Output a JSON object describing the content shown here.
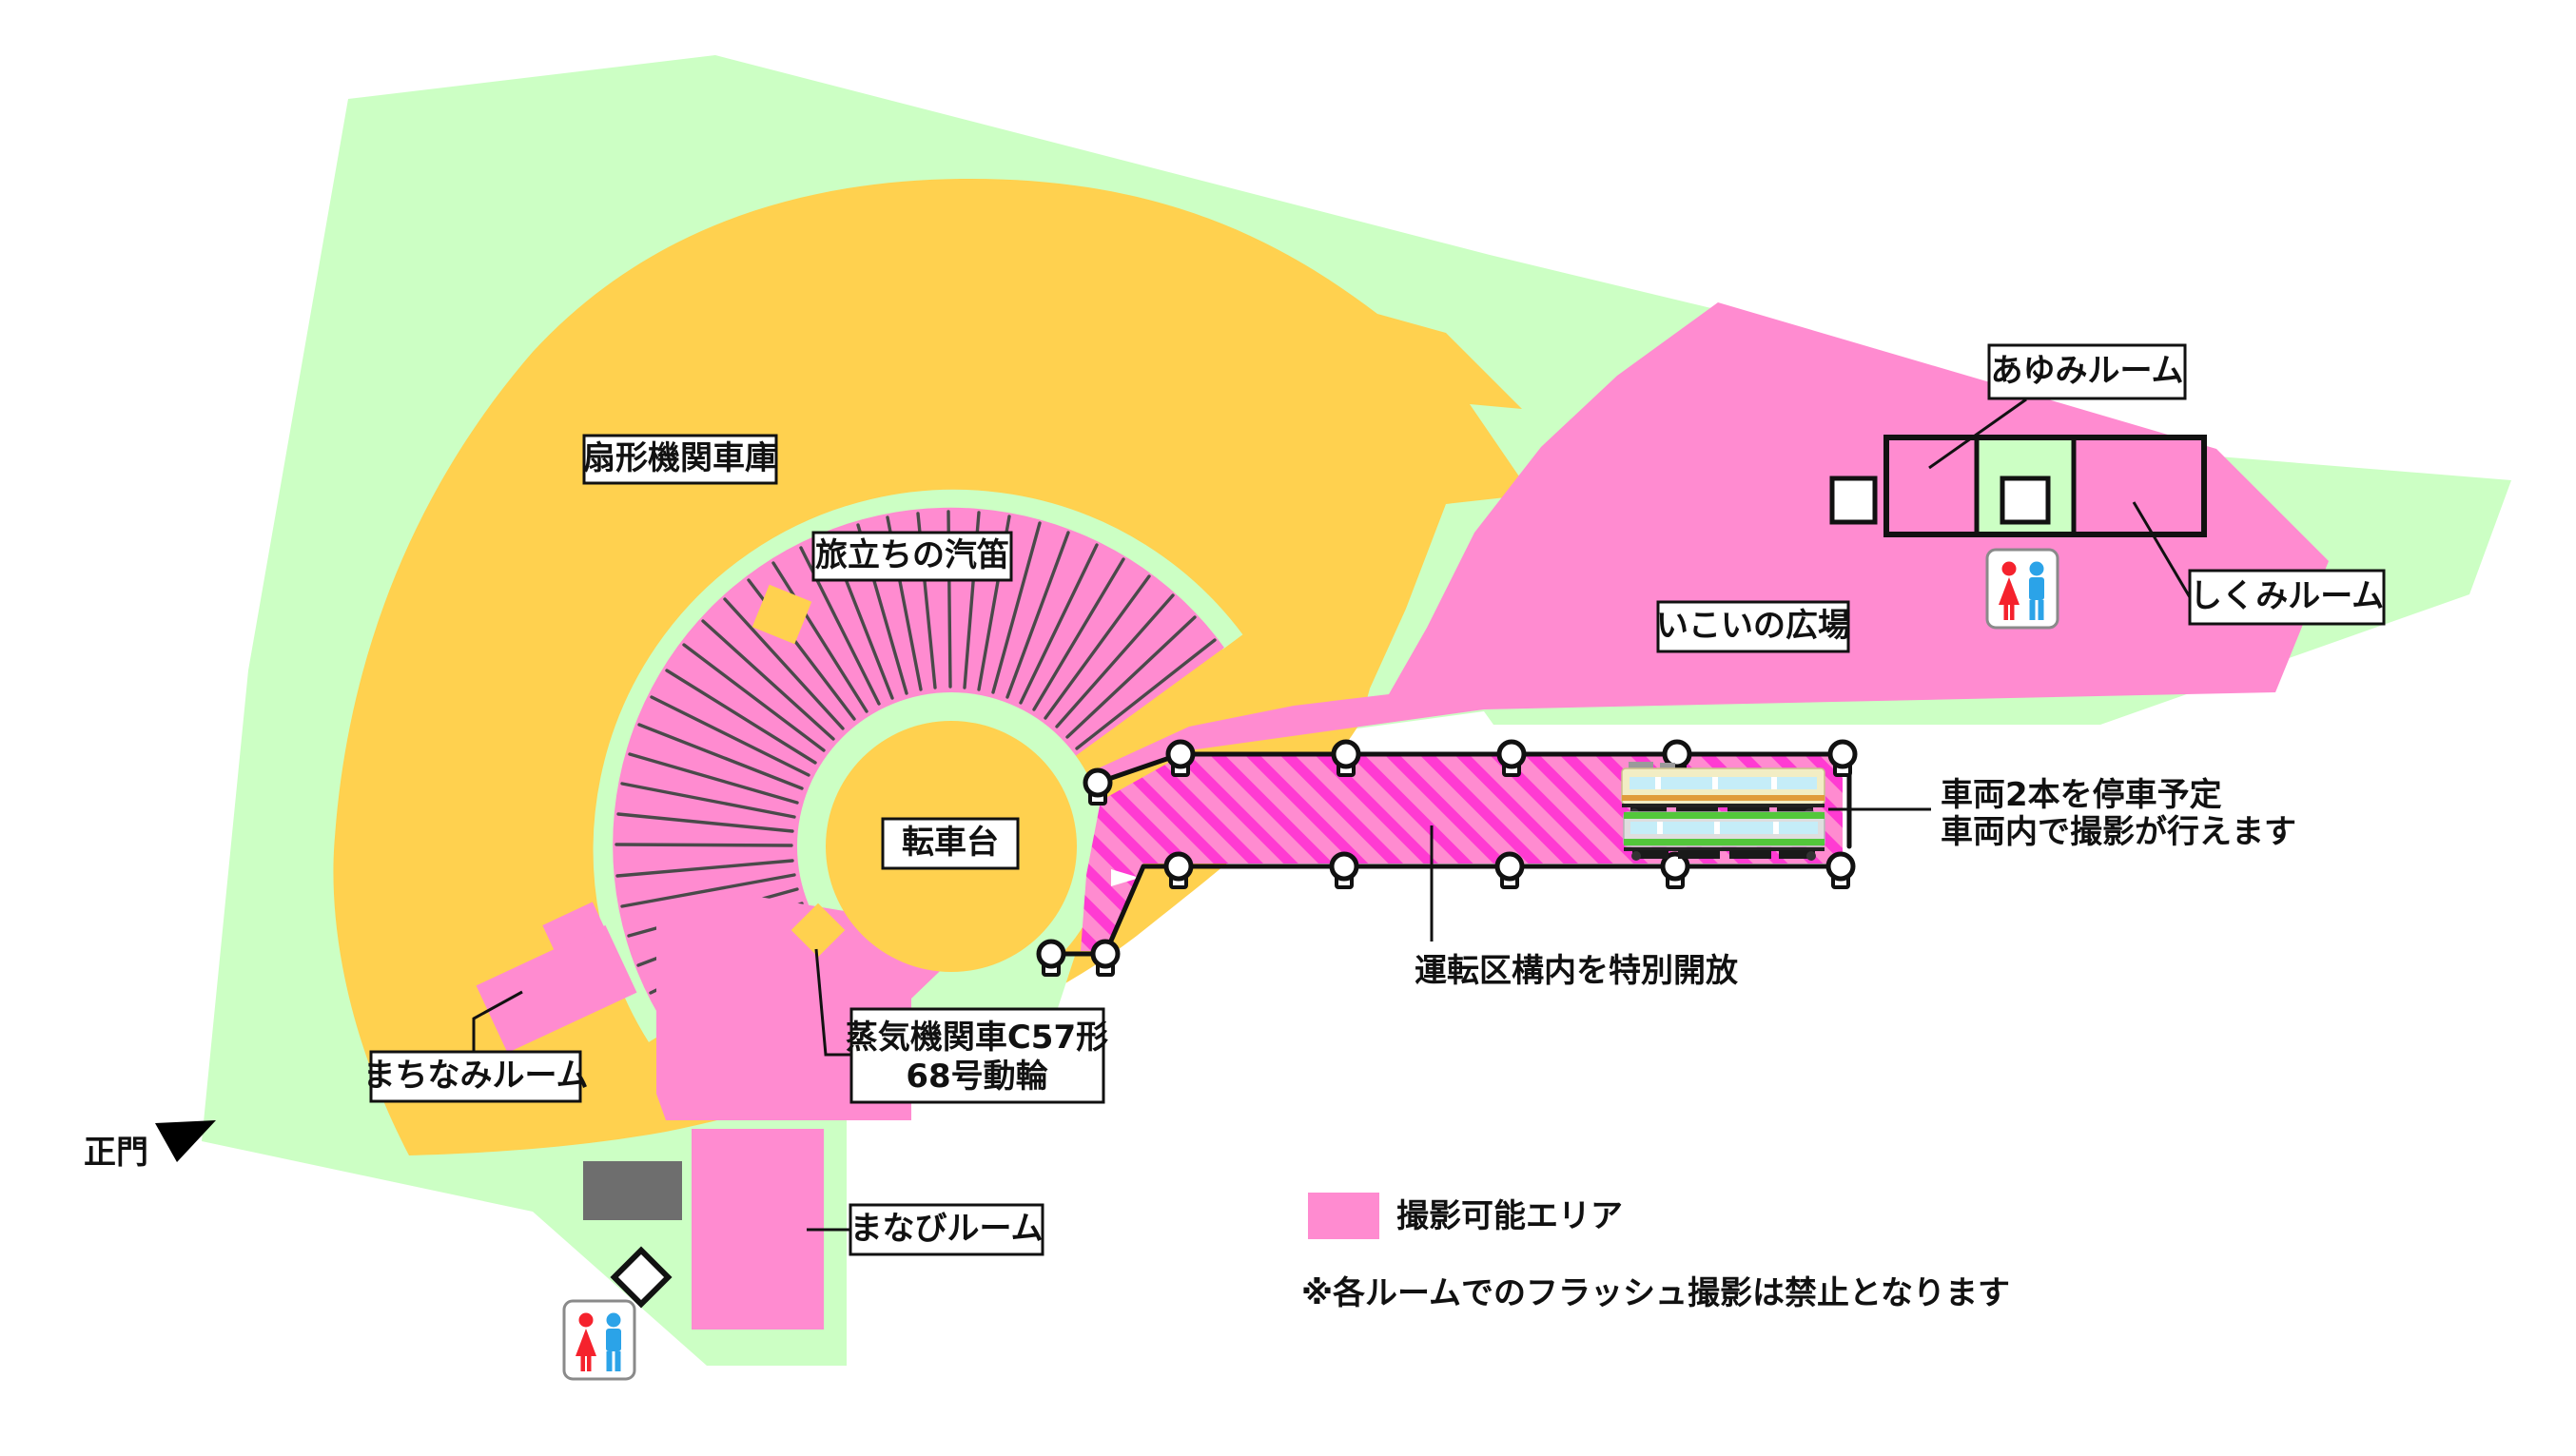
{
  "map": {
    "title": "railway-museum-photo-area-map",
    "labels": {
      "roundhouse": "扇形機関車庫",
      "whistle": "旅立ちの汽笛",
      "turntable": "転車台",
      "plaza": "いこいの広場",
      "ayumi_room": "あゆみルーム",
      "shikumi_room": "しくみルーム",
      "machinami_room": "まちなみルーム",
      "c57_line1": "蒸気機関車C57形",
      "c57_line2": "68号動輪",
      "manabi_room": "まなびルーム",
      "main_gate": "正門"
    },
    "annotations": {
      "train_note_line1": "車両2本を停車予定",
      "train_note_line2": "車両内で撮影が行えます",
      "unten_note": "運転区構内を特別開放"
    },
    "legend": {
      "swatch_label": "撮影可能エリア",
      "flash_note": "※各ルームでのフラッシュ撮影は禁止となります"
    },
    "icons": {
      "restroom": "restroom-icon (female red / male blue)",
      "gate_arrow": "black triangle arrow at main gate",
      "stanchion": "rope-barrier post (white head, black outline)",
      "trains": "two parked trains (cream/orange and silver/green)"
    },
    "colors": {
      "site_green": "#CCFFC4",
      "depot_orange": "#FFD14F",
      "photo_pink": "#FF8BD0",
      "hatch_magenta": "#FF3BD2",
      "track_gray": "#4A4A4A",
      "building_gray": "#6E6E6E",
      "female_red": "#F5222D",
      "male_blue": "#2BA3E8"
    }
  }
}
